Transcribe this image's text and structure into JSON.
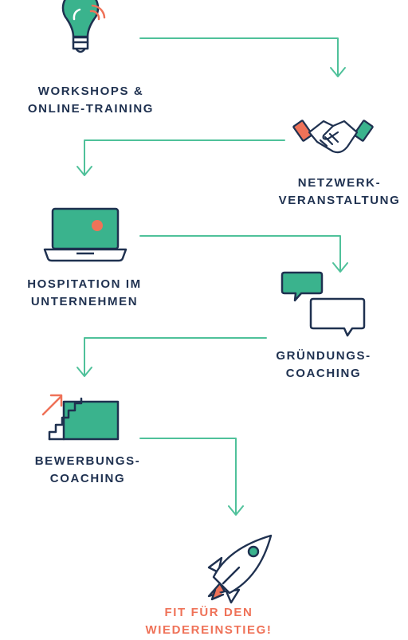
{
  "steps": [
    {
      "id": "workshops",
      "icon": "lightbulb-icon",
      "label": [
        "WORKSHOPS &",
        "ONLINE-TRAINING"
      ]
    },
    {
      "id": "netzwerk",
      "icon": "handshake-icon",
      "label": [
        "NETZWERK-",
        "VERANSTALTUNG"
      ]
    },
    {
      "id": "hospitation",
      "icon": "laptop-icon",
      "label": [
        "HOSPITATION IM",
        "UNTERNEHMEN"
      ]
    },
    {
      "id": "gruendung",
      "icon": "speech-bubbles-icon",
      "label": [
        "GRÜNDUNGS-",
        "COACHING"
      ]
    },
    {
      "id": "bewerbung",
      "icon": "stairs-arrow-icon",
      "label": [
        "BEWERBUNGS-",
        "COACHING"
      ]
    },
    {
      "id": "fit",
      "icon": "rocket-icon",
      "label": [
        "FIT FÜR DEN",
        "WIEDEREINSTIEG!"
      ]
    }
  ],
  "colors": {
    "navy": "#1f3150",
    "teal": "#3ab38d",
    "arrow": "#4fc19a",
    "coral": "#ef7258"
  }
}
